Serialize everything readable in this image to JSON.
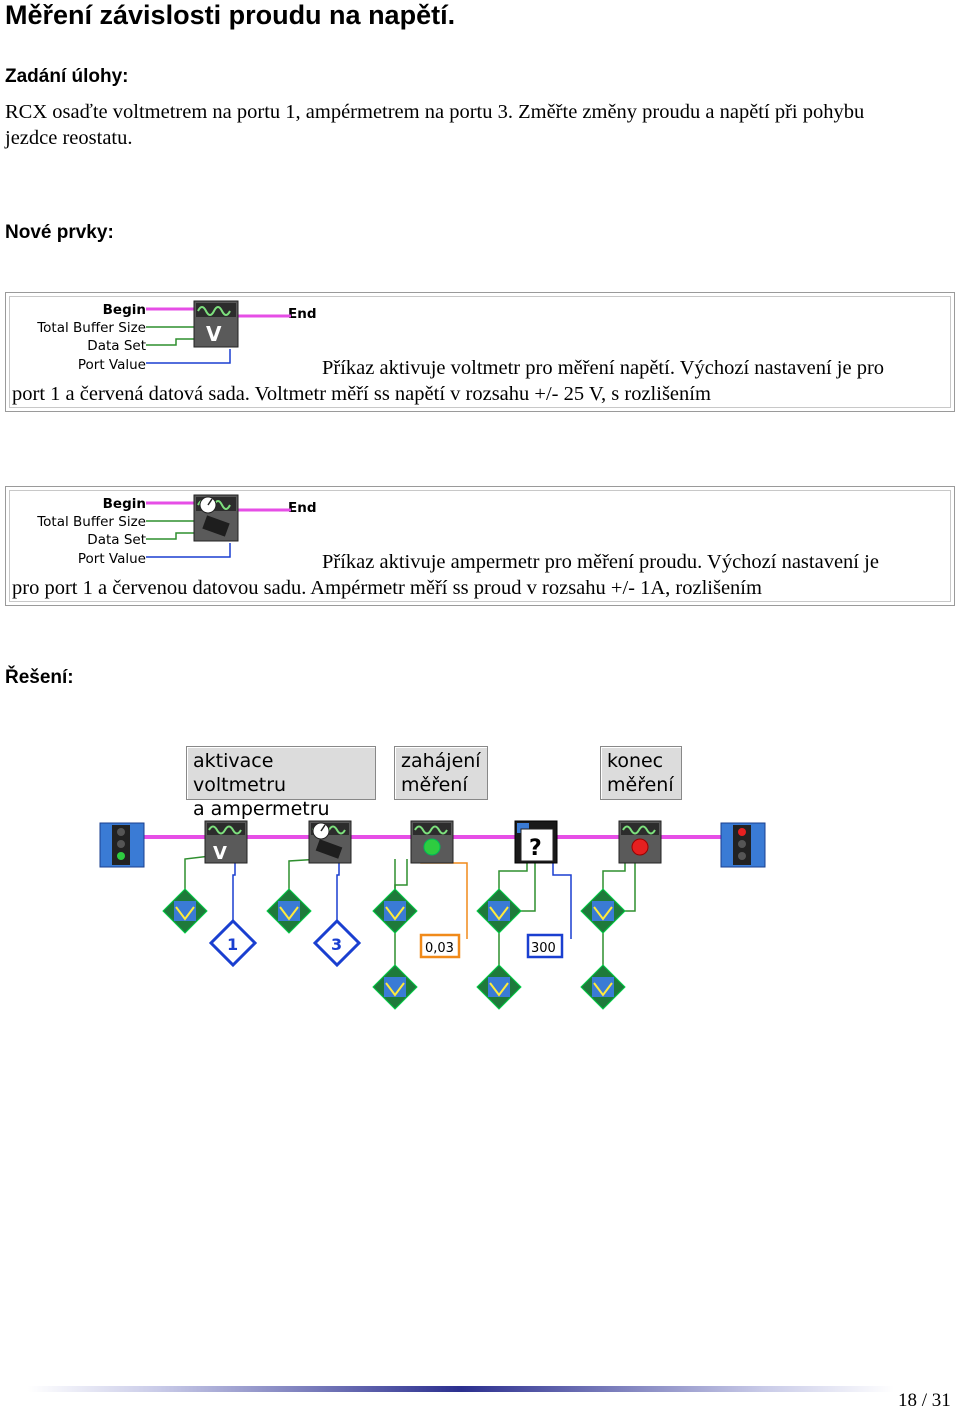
{
  "title": "Měření závislosti proudu na napětí.",
  "task": {
    "heading": "Zadání úlohy:",
    "text_line1": "RCX osaďte voltmetrem na portu 1, ampérmetrem na portu 3. Změřte změny proudu a napětí při pohybu",
    "text_line2": "jezdce reostatu."
  },
  "new_items": {
    "heading": "Nové prvky:",
    "voltmeter": {
      "labels": {
        "begin": "Begin",
        "total_buffer": "Total Buffer Size",
        "data_set": "Data Set",
        "port_value": "Port Value",
        "end": "End"
      },
      "icon_letter": "V",
      "desc_line1": "Příkaz aktivuje voltmetr pro měření napětí. Výchozí nastavení je pro",
      "desc_line2": "port 1 a červená datová sada. Voltmetr měří ss napětí v rozsahu +/- 25 V, s rozlišením"
    },
    "ampermeter": {
      "labels": {
        "begin": "Begin",
        "total_buffer": "Total Buffer Size",
        "data_set": "Data Set",
        "port_value": "Port Value",
        "end": "End"
      },
      "desc_line1": "Příkaz aktivuje ampermetr pro měření proudu. Výchozí nastavení je",
      "desc_line2": "pro port 1 a červenou datovou sadu. Ampérmetr měří ss proud v rozsahu +/- 1A, rozlišením"
    }
  },
  "solution": {
    "heading": "Řešení:",
    "notes": [
      {
        "line1": "aktivace voltmetru",
        "line2": "a ampermetru"
      },
      {
        "line1": "zahájení",
        "line2": "měření"
      },
      {
        "line1": "konec",
        "line2": "měření"
      }
    ],
    "port1": "1",
    "port3": "3",
    "interval_value": "0,03",
    "count_value": "300",
    "question_mark": "?"
  },
  "footer": {
    "page": "18 / 31"
  },
  "colors": {
    "pink_wire": "#e64ee6",
    "blue_wire": "#1a3fd0",
    "green_wire": "#2f8f2f",
    "orange_wire": "#f08a1a",
    "node_green": "#1e7a3a"
  }
}
